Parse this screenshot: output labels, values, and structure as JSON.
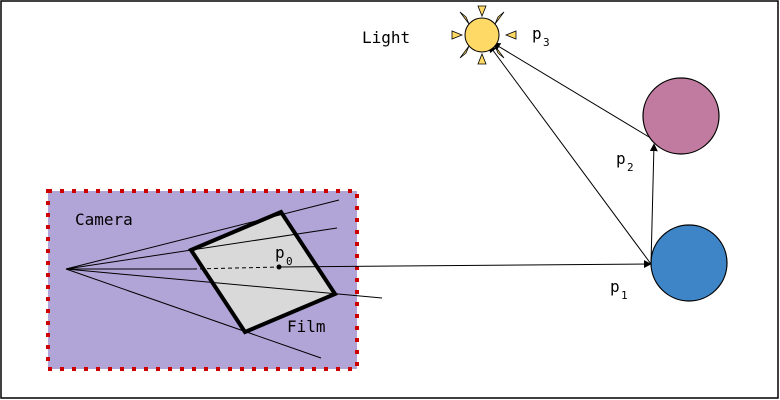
{
  "labels": {
    "light": "Light",
    "camera": "Camera",
    "film": "Film"
  },
  "points": [
    {
      "id": "p0",
      "base": "p",
      "sub": "0"
    },
    {
      "id": "p1",
      "base": "p",
      "sub": "1"
    },
    {
      "id": "p2",
      "base": "p",
      "sub": "2"
    },
    {
      "id": "p3",
      "base": "p",
      "sub": "3"
    }
  ],
  "colors": {
    "camera_fill": "#b1a5d7",
    "camera_border": "#cc0000",
    "film_fill": "#d9d9d9",
    "sphere_pink": "#c27ba0",
    "sphere_blue": "#3d85c6",
    "sun": "#ffd966",
    "line": "#000000"
  }
}
